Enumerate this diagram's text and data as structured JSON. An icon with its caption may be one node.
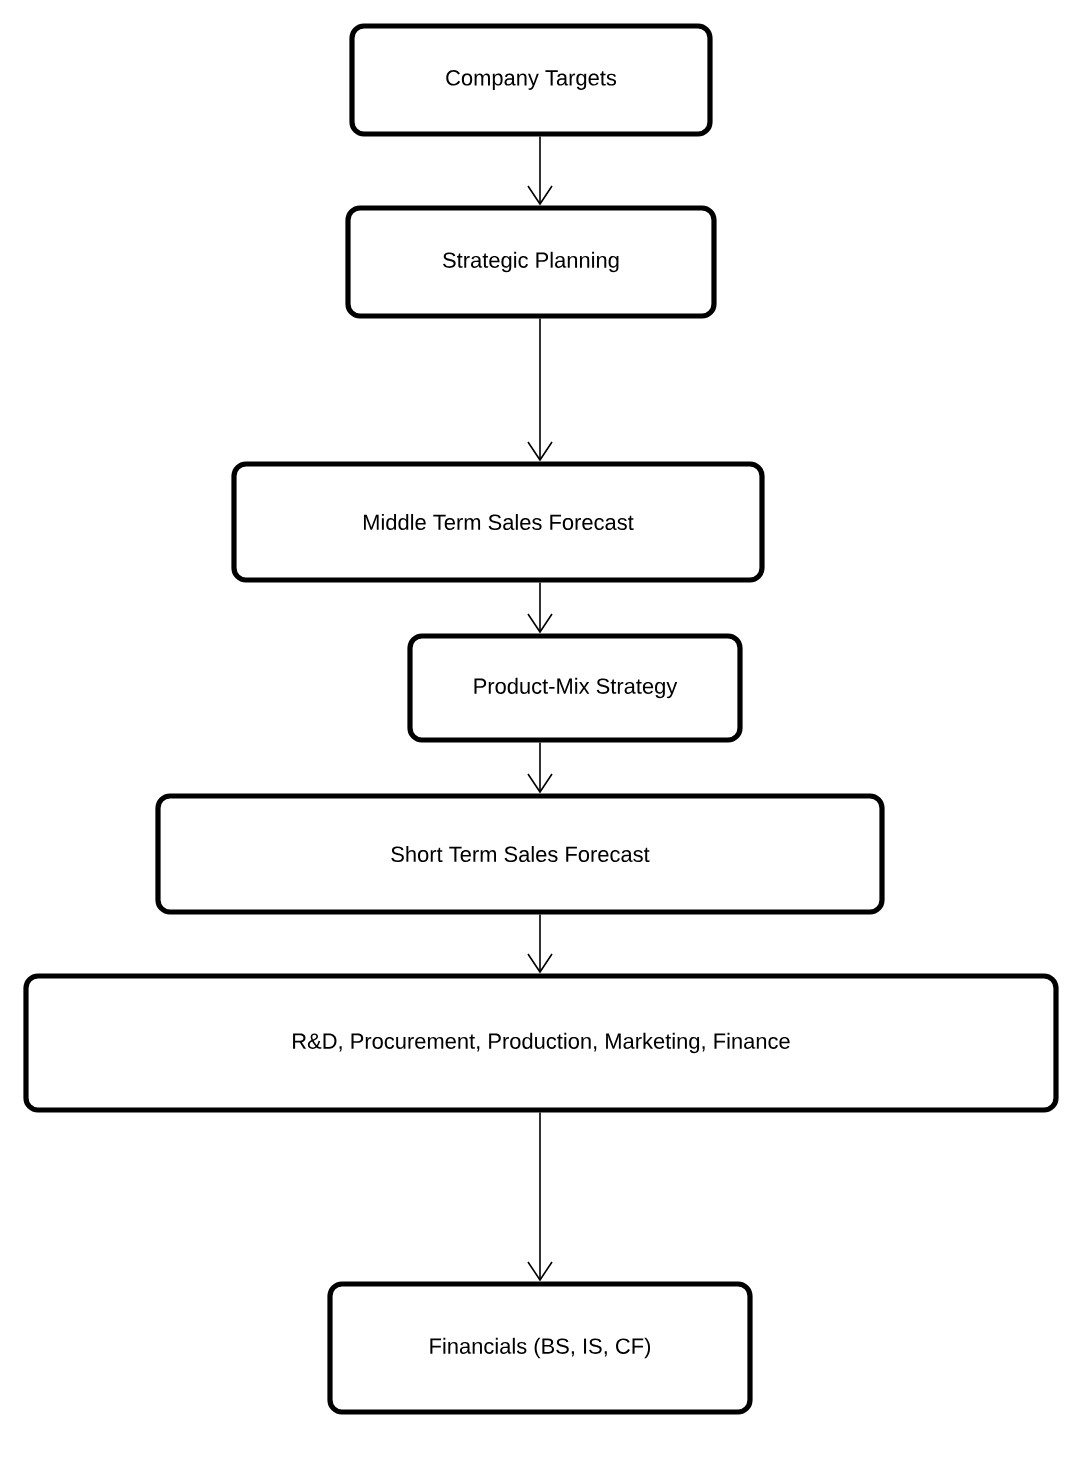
{
  "diagram": {
    "nodes": [
      {
        "text": [
          "Company Targets"
        ]
      },
      {
        "text": [
          "Strategic Planning"
        ]
      },
      {
        "text": [
          "Middle Term  Sales Forecast"
        ]
      },
      {
        "text": [
          "Product-Mix Strategy"
        ]
      },
      {
        "text": [
          "Short Term  Sales Forecast"
        ]
      },
      {
        "text": [
          "R&D, Procurement, Production, Marketing, Finance"
        ]
      },
      {
        "text": [
          "Financials (BS, IS, CF)"
        ]
      }
    ],
    "edges": [
      {
        "from": 0,
        "to": 1,
        "arrow": "to"
      },
      {
        "from": 1,
        "to": 2,
        "arrow": "to"
      },
      {
        "from": 2,
        "to": 3,
        "arrow": "to"
      },
      {
        "from": 3,
        "to": 4,
        "arrow": "to"
      },
      {
        "from": 4,
        "to": 5,
        "arrow": "to"
      },
      {
        "from": 5,
        "to": 6,
        "arrow": "to"
      }
    ]
  }
}
